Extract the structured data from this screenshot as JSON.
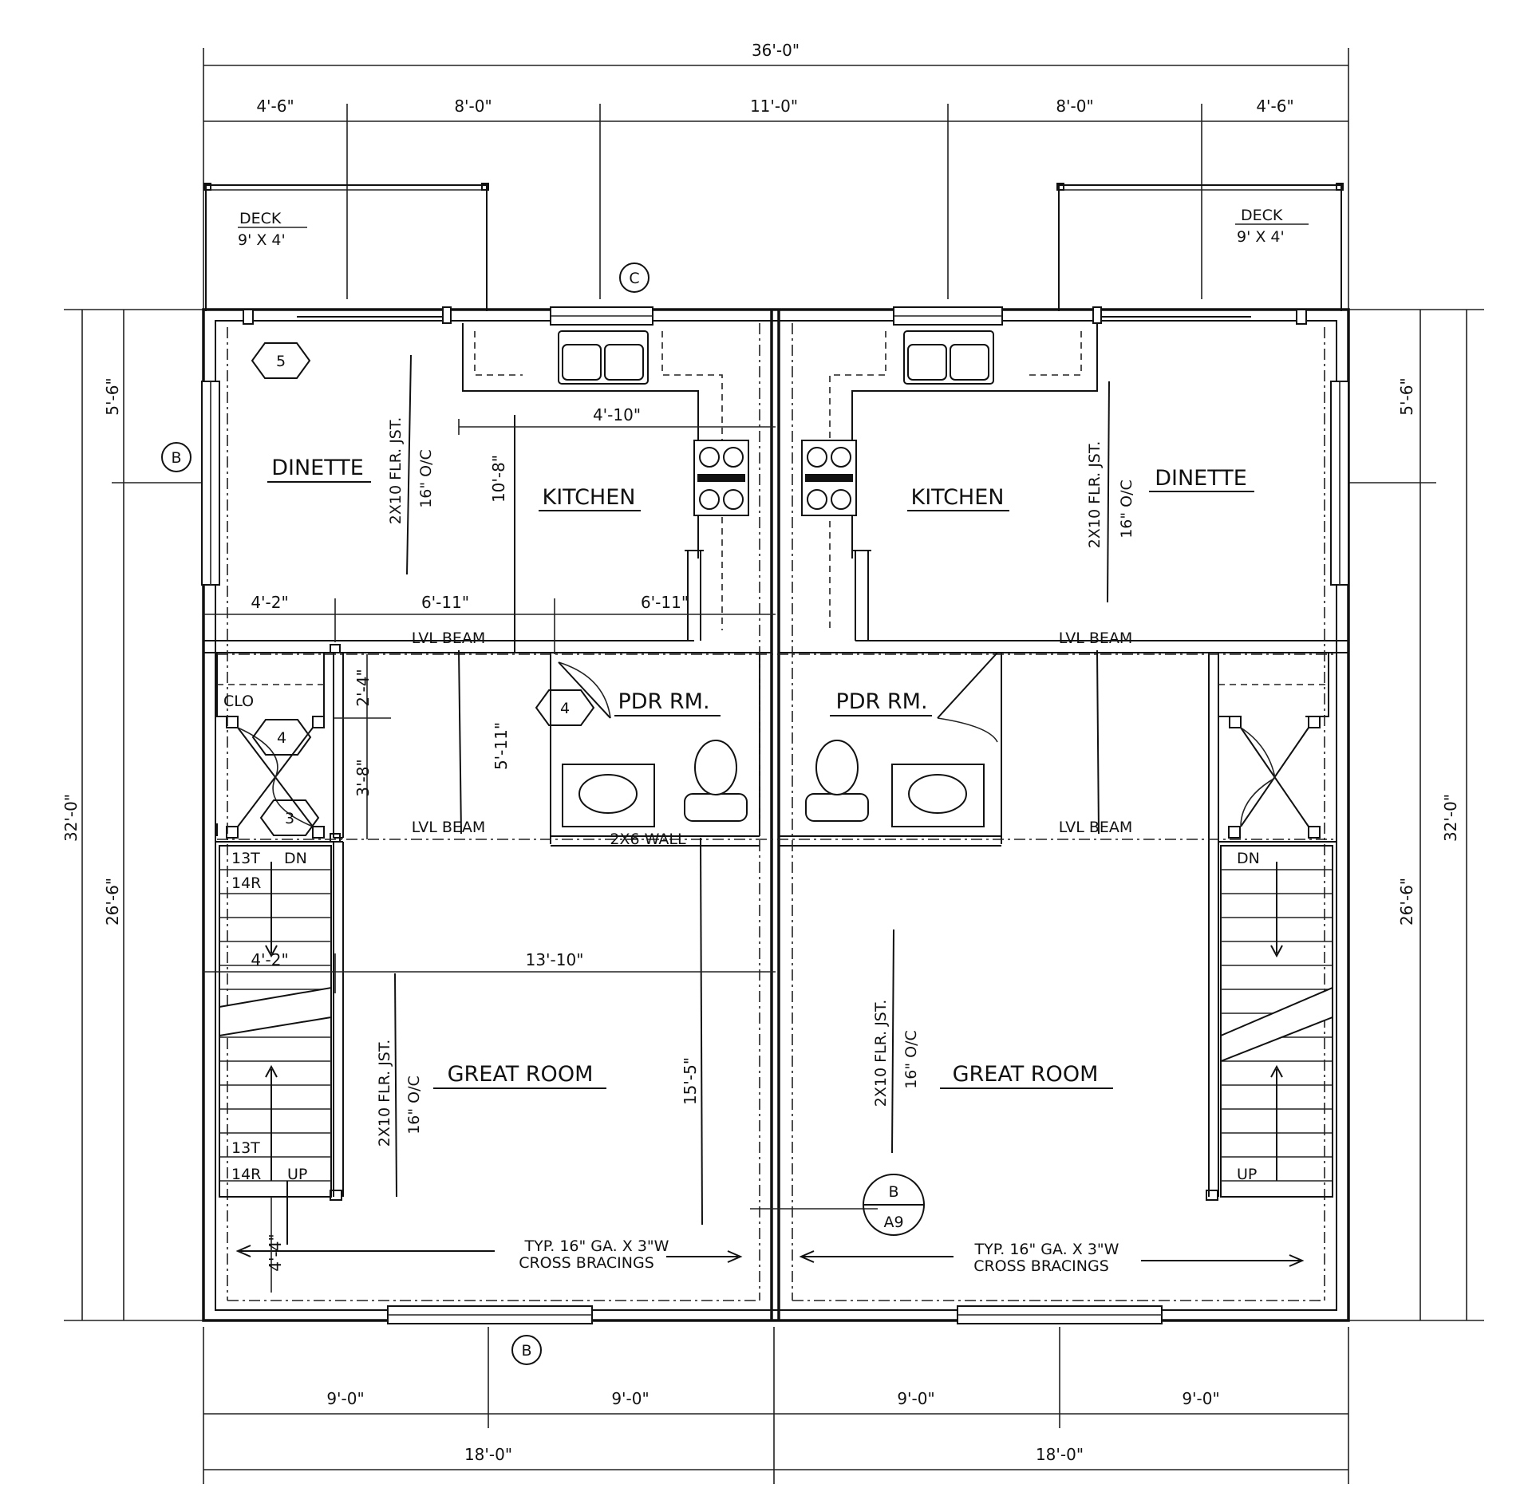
{
  "dimensions": {
    "overall_width": "36'-0\"",
    "top_segments": [
      "4'-6\"",
      "8'-0\"",
      "11'-0\"",
      "8'-0\"",
      "4'-6\""
    ],
    "bottom_segments": [
      "9'-0\"",
      "9'-0\"",
      "9'-0\"",
      "9'-0\""
    ],
    "bottom_halves": [
      "18'-0\"",
      "18'-0\""
    ],
    "overall_depth": "32'-0\"",
    "depth_top": "5'-6\"",
    "depth_bottom": "26'-6\"",
    "kitchen_width": "4'-10\"",
    "kitchen_depth": "10'-8\"",
    "dinette_row": [
      "4'-2\"",
      "6'-11\"",
      "6'-11\""
    ],
    "hall_width": "5'-11\"",
    "closet_depth": "2'-4\"",
    "hall_depth": "3'-8\"",
    "great_room_width": "13'-10\"",
    "stair_width": "4'-2\"",
    "great_room_depth": "15'-5\"",
    "front_offset": "4'-4\""
  },
  "rooms": {
    "dinette": "DINETTE",
    "kitchen": "KITCHEN",
    "pdr_room": "PDR RM.",
    "great_room": "GREAT ROOM",
    "closet": "CLO"
  },
  "decks": {
    "label": "DECK",
    "size": "9' X 4'"
  },
  "notes": {
    "joist_line1": "2X10 FLR. JST.",
    "joist_line2": "16\" O/C",
    "lvl_beam": "LVL BEAM",
    "wall_2x6": "2X6 WALL",
    "bracing_line1": "TYP. 16\" GA. X 3\"W",
    "bracing_line2": "CROSS BRACINGS"
  },
  "stairs": {
    "treads": "13T",
    "risers": "14R",
    "down": "DN",
    "up": "UP"
  },
  "tags": {
    "window_b": "B",
    "window_c": "C",
    "door_5": "5",
    "door_4": "4",
    "door_3": "3",
    "section_letter": "B",
    "section_sheet": "A9"
  }
}
